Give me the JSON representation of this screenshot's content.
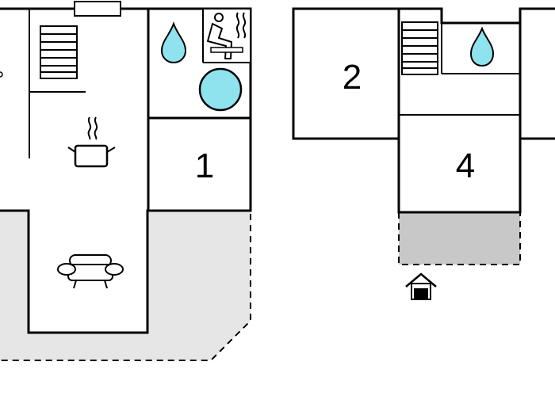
{
  "floorplan": {
    "rooms": [
      {
        "id": "room-1",
        "label": "1"
      },
      {
        "id": "room-2",
        "label": "2"
      },
      {
        "id": "room-4",
        "label": "4"
      }
    ],
    "icons": [
      "stairs-icon",
      "water-drop-icon",
      "sauna-icon",
      "hot-tub-icon",
      "stove-icon",
      "sofa-icon",
      "entrance-icon"
    ],
    "colors": {
      "wall": "#000000",
      "terrace": "#e6e6e6",
      "covered_area": "#c8c8c8",
      "water": "#8fe3ef"
    }
  }
}
